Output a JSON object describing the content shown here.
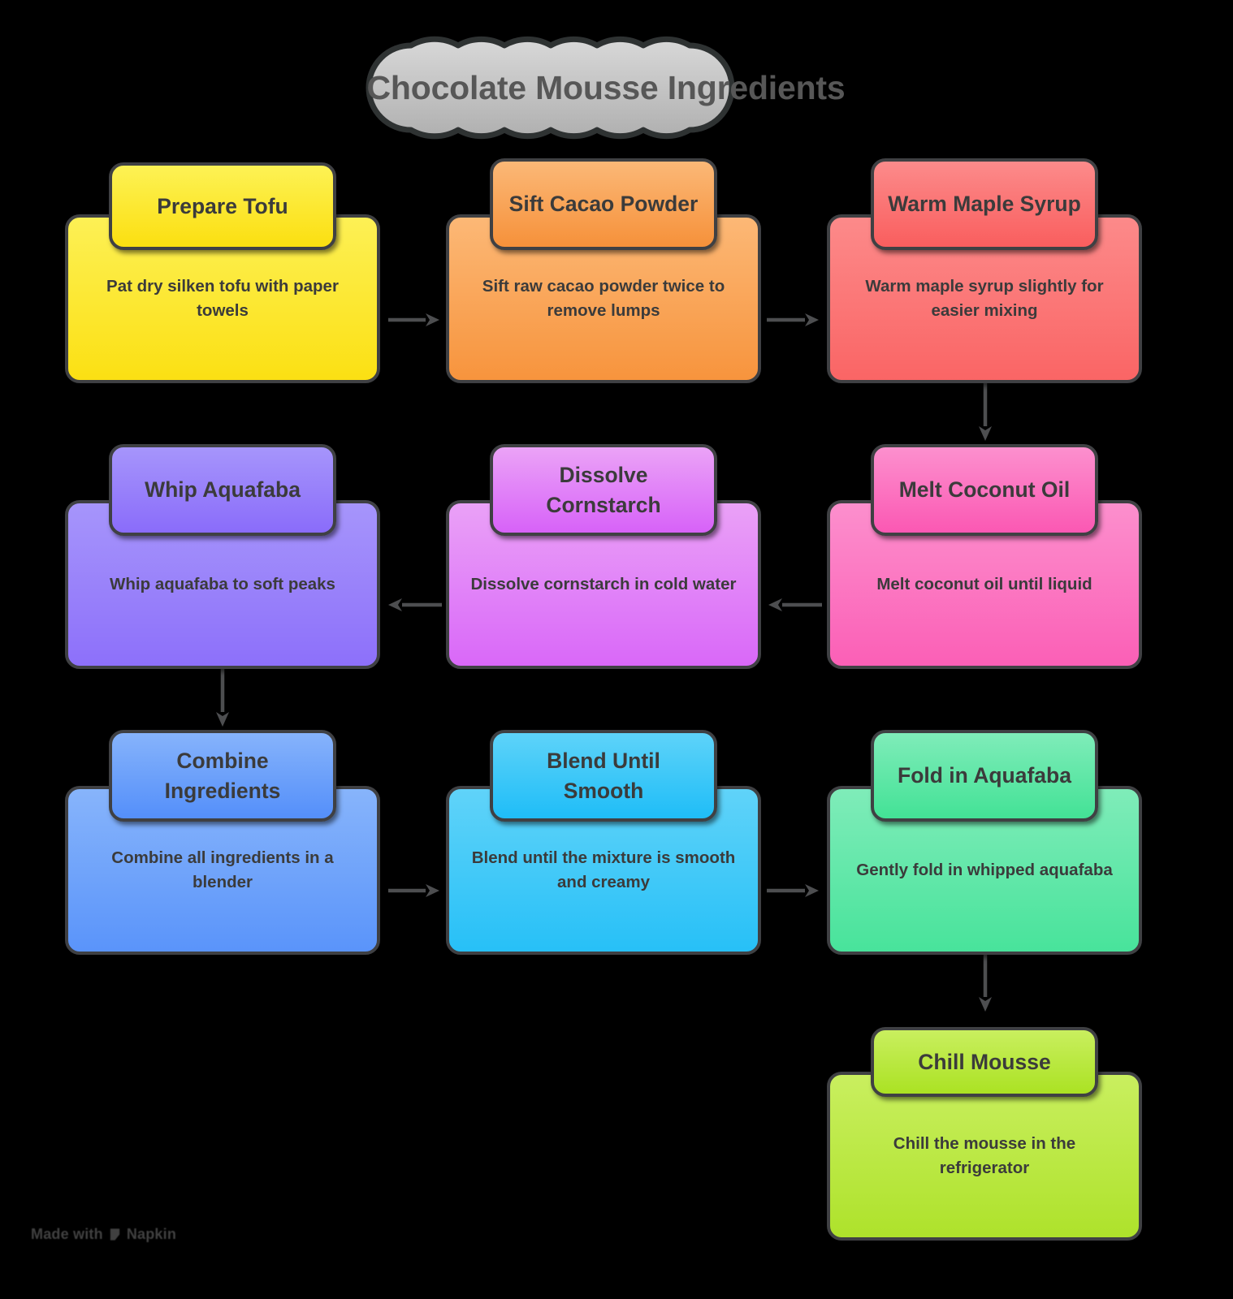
{
  "title": {
    "text": "Chocolate Mousse Ingredients",
    "shape": "cloud",
    "fill_top": "#d3d3d3",
    "fill_bottom": "#b4b4b4",
    "stroke": "#2f3033",
    "text_color": "#575757"
  },
  "canvas": {
    "background": "#000000",
    "arrow_color": "#4d4e50",
    "node_border": "#3f4043",
    "node_text_color": "#3b3b3b"
  },
  "nodes": [
    {
      "id": "prepare-tofu",
      "title": "Prepare Tofu",
      "description": "Pat dry silken tofu with paper towels",
      "color_top": "#fdf055",
      "color_bottom": "#fbe013",
      "header_top": "#fdf255",
      "header_bottom": "#fbdf10",
      "row": 1,
      "col": 1
    },
    {
      "id": "sift-cacao-powder",
      "title": "Sift Cacao Powder",
      "description": "Sift raw cacao powder twice to remove lumps",
      "color_top": "#fcb876",
      "color_bottom": "#f7943d",
      "header_top": "#fbb877",
      "header_bottom": "#f6913a",
      "row": 1,
      "col": 2
    },
    {
      "id": "warm-maple-syrup",
      "title": "Warm Maple Syrup",
      "description": "Warm maple syrup slightly for easier mixing",
      "color_top": "#fc8a8a",
      "color_bottom": "#fa6565",
      "header_top": "#fc8b8b",
      "header_bottom": "#f95e5e",
      "row": 1,
      "col": 3
    },
    {
      "id": "whip-aquafaba",
      "title": "Whip Aquafaba",
      "description": "Whip aquafaba to soft peaks",
      "color_top": "#a695fb",
      "color_bottom": "#8d70fa",
      "header_top": "#a695fb",
      "header_bottom": "#8a6cfa",
      "row": 2,
      "col": 1
    },
    {
      "id": "dissolve-cornstarch",
      "title": "Dissolve Cornstarch",
      "description": "Dissolve cornstarch in cold water",
      "color_top": "#eaa1f7",
      "color_bottom": "#d968f8",
      "header_top": "#eba3f7",
      "header_bottom": "#d762f8",
      "row": 2,
      "col": 2
    },
    {
      "id": "melt-coconut-oil",
      "title": "Melt Coconut Oil",
      "description": "Melt coconut oil until liquid",
      "color_top": "#fc8fcd",
      "color_bottom": "#fb5fb6",
      "header_top": "#fc90ce",
      "header_bottom": "#fb58b3",
      "row": 2,
      "col": 3
    },
    {
      "id": "combine-ingredients",
      "title": "Combine Ingredients",
      "description": "Combine all ingredients in a blender",
      "color_top": "#87b4fb",
      "color_bottom": "#5a94fa",
      "header_top": "#86b3fb",
      "header_bottom": "#548ffa",
      "row": 3,
      "col": 1
    },
    {
      "id": "blend-until-smooth",
      "title": "Blend Until Smooth",
      "description": "Blend until the mixture is smooth and creamy",
      "color_top": "#60d3f9",
      "color_bottom": "#27c0f7",
      "header_top": "#5ed3f9",
      "header_bottom": "#1fbdf7",
      "row": 3,
      "col": 2
    },
    {
      "id": "fold-in-aquafaba",
      "title": "Fold in Aquafaba",
      "description": "Gently fold in whipped aquafaba",
      "color_top": "#7fecb9",
      "color_bottom": "#48e39b",
      "header_top": "#7fecb9",
      "header_bottom": "#43e296",
      "row": 3,
      "col": 3
    },
    {
      "id": "chill-mousse",
      "title": "Chill Mousse",
      "description": "Chill the mousse in the refrigerator",
      "color_top": "#c9ef5f",
      "color_bottom": "#aee22b",
      "header_top": "#c9ef5f",
      "header_bottom": "#abe223",
      "row": 4,
      "col": 3
    }
  ],
  "connections": [
    {
      "from": "prepare-tofu",
      "to": "sift-cacao-powder",
      "direction": "right"
    },
    {
      "from": "sift-cacao-powder",
      "to": "warm-maple-syrup",
      "direction": "right"
    },
    {
      "from": "warm-maple-syrup",
      "to": "melt-coconut-oil",
      "direction": "down"
    },
    {
      "from": "melt-coconut-oil",
      "to": "dissolve-cornstarch",
      "direction": "left"
    },
    {
      "from": "dissolve-cornstarch",
      "to": "whip-aquafaba",
      "direction": "left"
    },
    {
      "from": "whip-aquafaba",
      "to": "combine-ingredients",
      "direction": "down"
    },
    {
      "from": "combine-ingredients",
      "to": "blend-until-smooth",
      "direction": "right"
    },
    {
      "from": "blend-until-smooth",
      "to": "fold-in-aquafaba",
      "direction": "right"
    },
    {
      "from": "fold-in-aquafaba",
      "to": "chill-mousse",
      "direction": "down"
    }
  ],
  "watermark": {
    "text": "Made with",
    "brand": "Napkin"
  }
}
